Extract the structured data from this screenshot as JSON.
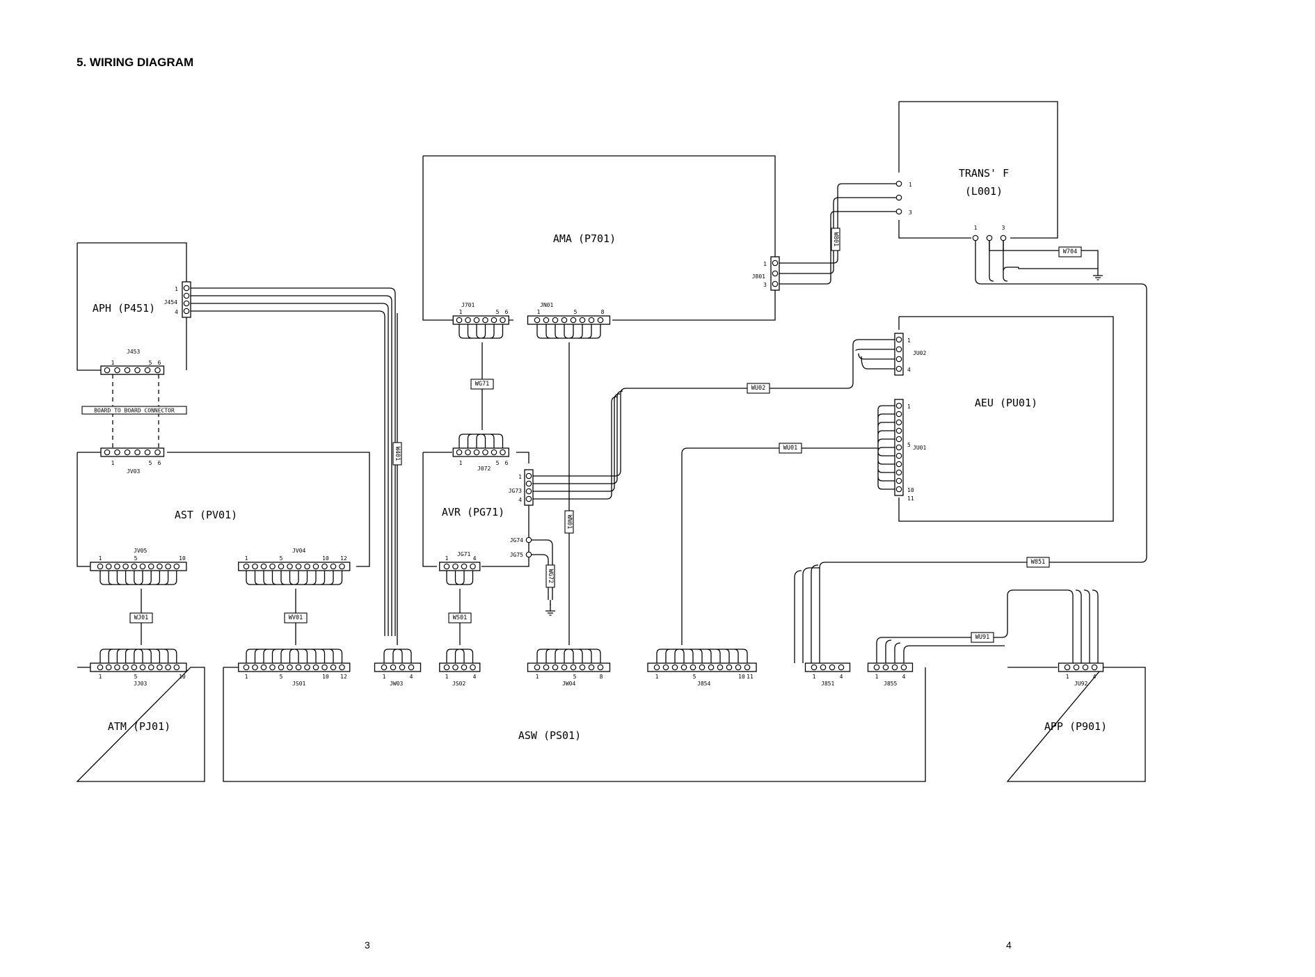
{
  "title": "5. WIRING DIAGRAM",
  "page_numbers": {
    "left": "3",
    "right": "4"
  },
  "boards": {
    "trans": {
      "line1": "TRANS' F",
      "line2": "(L001)"
    },
    "ama": "AMA (P701)",
    "aph": "APH (P451)",
    "ast": "AST (PV01)",
    "avr": "AVR (PG71)",
    "aeu": "AEU (PU01)",
    "atm": "ATM (PJ01)",
    "asw": "ASW (PS01)",
    "app": "APP (P901)"
  },
  "connectors": {
    "J801": "J801",
    "J454": "J454",
    "J453": "J453",
    "J701": "J701",
    "JN01": "JN01",
    "JV03": "JV03",
    "J072": "J072",
    "JG73": "JG73",
    "JU02": "JU02",
    "JU01": "JU01",
    "JV05": "JV05",
    "JV04": "JV04",
    "JG71": "JG71",
    "JG74": "JG74",
    "JG75": "JG75",
    "JJ03": "JJ03",
    "JS01": "JS01",
    "JW03": "JW03",
    "JS02": "JS02",
    "JW04": "JW04",
    "J854": "J854",
    "J851": "J851",
    "J855": "J855",
    "JU92": "JU92"
  },
  "wires": {
    "W801": "W801",
    "W704": "W704",
    "W401": "W401",
    "WG71": "WG71",
    "WU02": "WU02",
    "WU01": "WU01",
    "W851": "W851",
    "WN01": "WN01",
    "WG72": "WG72",
    "WJ01": "WJ01",
    "WV01": "WV01",
    "WS01": "WS01",
    "WU91": "WU91"
  },
  "board_to_board": "BOARD TO BOARD CONNECTOR"
}
